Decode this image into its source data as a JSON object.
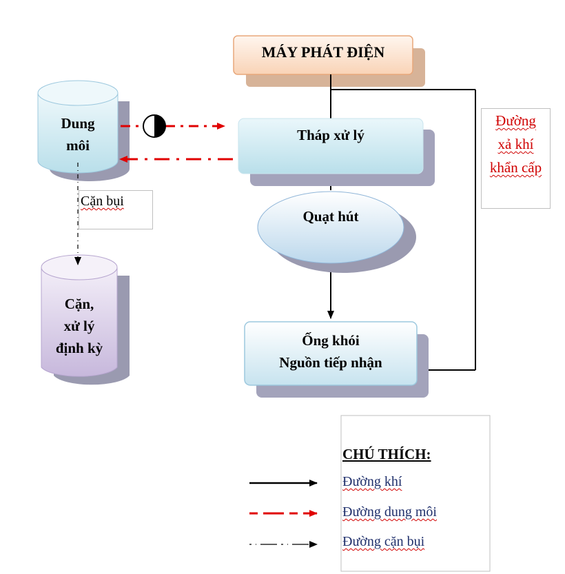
{
  "nodes": {
    "generator": "MÁY PHÁT ĐIỆN",
    "tower": "Tháp xử lý",
    "fan": "Quạt hút",
    "stack_line1": "Ống khói",
    "stack_line2": "Nguồn tiếp nhận",
    "solvent_line1": "Dung",
    "solvent_line2": "môi",
    "sediment_line1": "Cặn,",
    "sediment_line2": "xử lý",
    "sediment_line3": "định kỳ"
  },
  "labels": {
    "dust": "Cặn bụi",
    "emergency_line1": "Đường",
    "emergency_line2": "xả khí",
    "emergency_line3": "khẩn cấp"
  },
  "legend": {
    "title": "CHÚ THÍCH:",
    "items": [
      {
        "label": "Đường khí",
        "style": "solid-black"
      },
      {
        "label": "Đường dung môi",
        "style": "dash-red"
      },
      {
        "label": "Đường cặn bụi",
        "style": "dashdot-black"
      }
    ]
  },
  "colors": {
    "generator_fill": "#fde9d9",
    "generator_border": "#e8a77a",
    "generator_shadow": "#d7b398",
    "tower_fill": "#d5eef5",
    "cylinder_fill": "#dbeef4",
    "cylinder_purple": "#d9cfe6",
    "shadow_grey": "#9a9ab0",
    "red_line": "#e00000"
  }
}
